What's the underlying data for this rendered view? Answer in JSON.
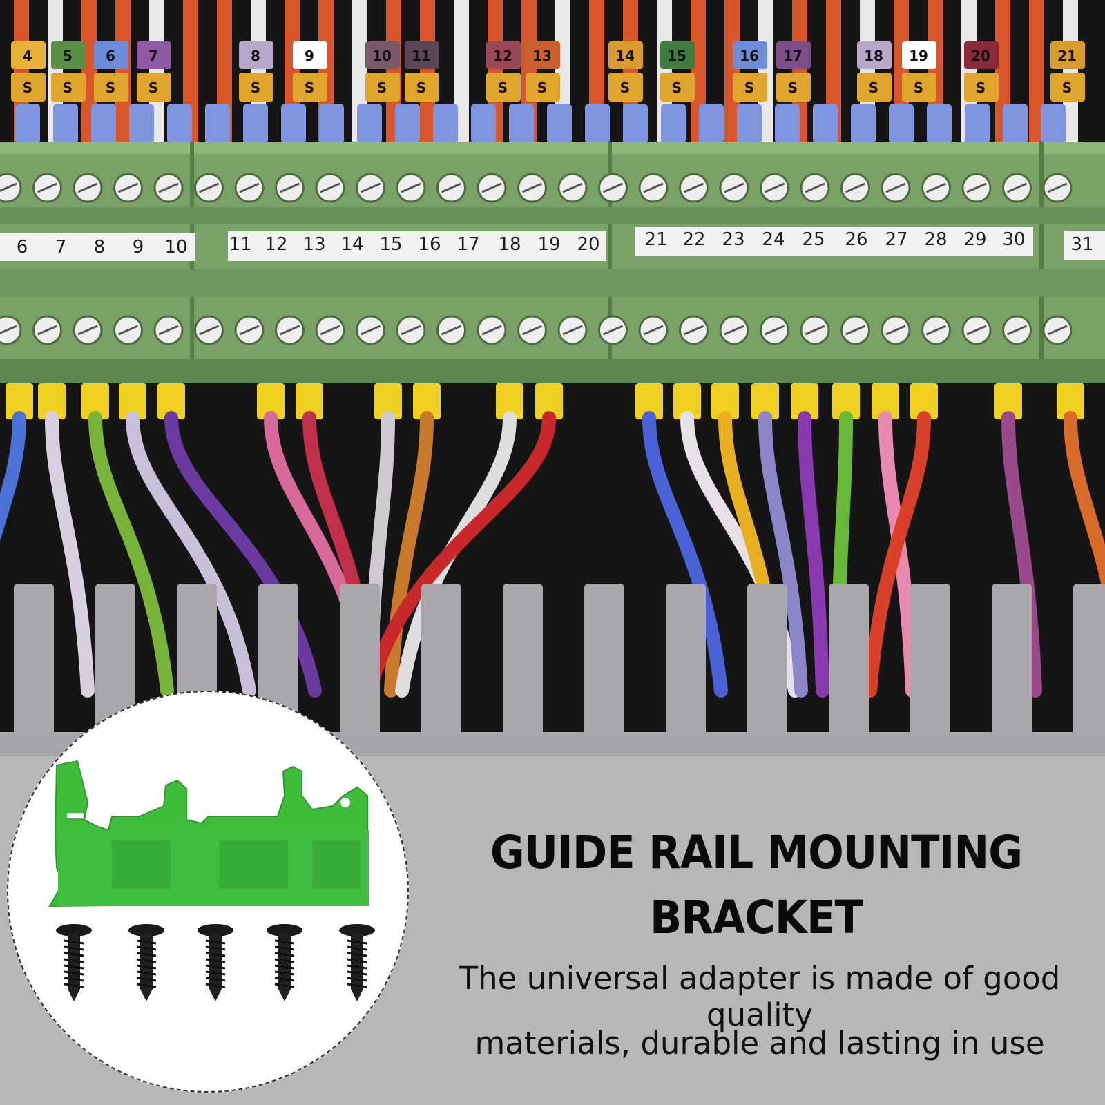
{
  "image": {
    "photo_subject": "terminal block rail with colored wires",
    "product": "green DIN rail mounting bracket with five black screws"
  },
  "terminal_numbers": [
    "6",
    "7",
    "8",
    "9",
    "10",
    "11",
    "12",
    "13",
    "14",
    "15",
    "16",
    "17",
    "18",
    "19",
    "20",
    "21",
    "22",
    "23",
    "24",
    "25",
    "26",
    "27",
    "28",
    "29",
    "30",
    "31"
  ],
  "wire_tags": [
    "4",
    "5",
    "6",
    "7",
    "8",
    "9",
    "10",
    "11",
    "12",
    "13",
    "14",
    "15",
    "16",
    "17",
    "18",
    "19",
    "20",
    "21"
  ],
  "tag_prefix": "S",
  "headline": {
    "line1": "GUIDE RAIL MOUNTING",
    "line2": "BRACKET"
  },
  "description": {
    "line1": "The universal adapter is made of good quality",
    "line2": "materials, durable and lasting in use"
  },
  "colors": {
    "panel_background": "#b7b7b7",
    "terminal_green": "#7fa86a",
    "bracket_green": "#3fbf3f",
    "ferrule_blue": "#7f95e0",
    "ferrule_yellow": "#f0d020"
  }
}
